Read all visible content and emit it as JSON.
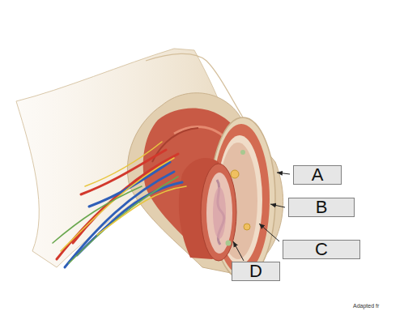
{
  "diagram": {
    "nodes": [
      {
        "text": [
          "A"
        ]
      },
      {
        "text": [
          "B"
        ]
      },
      {
        "text": [
          "C"
        ]
      },
      {
        "text": [
          "D"
        ]
      }
    ],
    "labels": [
      "Adapted fr"
    ]
  }
}
